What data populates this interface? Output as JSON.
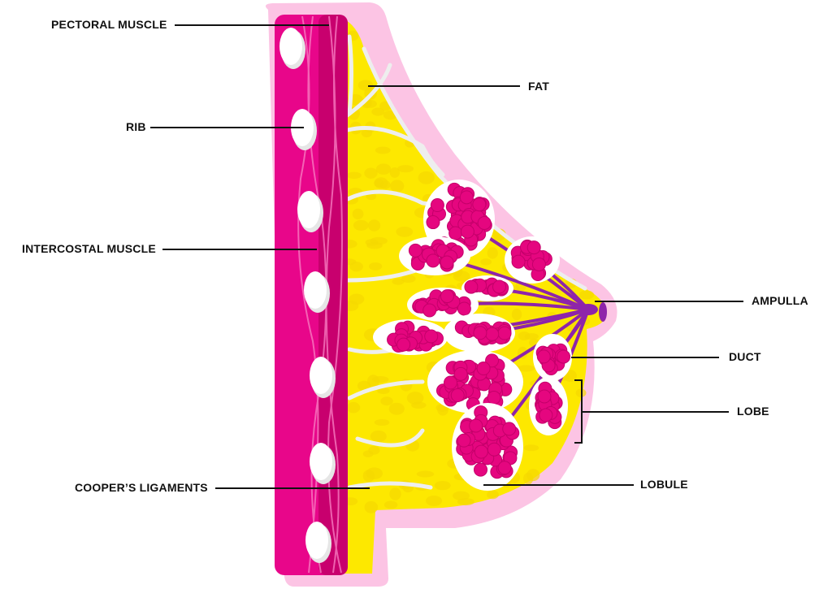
{
  "title": "Breast anatomy cross-section",
  "labels": {
    "pectoral_muscle": "PECTORAL MUSCLE",
    "rib": "RIB",
    "intercostal_muscle": "INTERCOSTAL MUSCLE",
    "coopers_ligaments": "COOPER’S LIGAMENTS",
    "fat": "FAT",
    "ampulla": "AMPULLA",
    "duct": "DUCT",
    "lobe": "LOBE",
    "lobule": "LOBULE"
  },
  "colors": {
    "skin": "#fcc4e4",
    "fat": "#fde800",
    "fat_texture": "#f5d900",
    "muscle": "#e8068a",
    "pectoral": "#c8006e",
    "lobule": "#e5067f",
    "duct": "#8e24aa",
    "ligament": "#eeeeee",
    "rib": "#ffffff"
  }
}
